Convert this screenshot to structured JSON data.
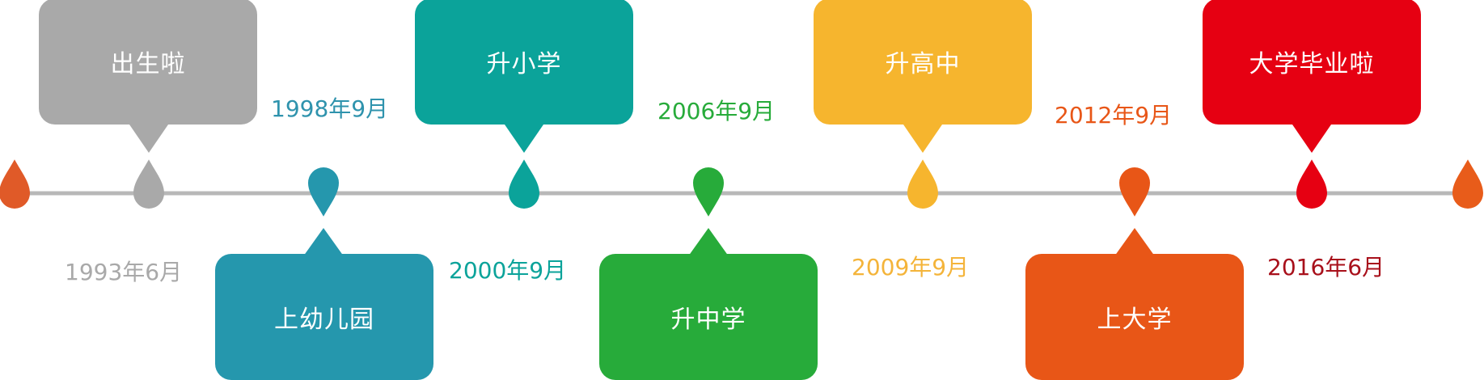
{
  "timeline": {
    "line_color": "#b8b8b8",
    "end_left_color": "#e05a28",
    "end_right_color": "#e85c1a",
    "events": [
      {
        "label": "出生啦",
        "date": "1993年6月",
        "color": "#a9a9a9",
        "date_color": "#a9a9a9",
        "marker": "up",
        "position": "above"
      },
      {
        "label": "上幼儿园",
        "date": "1998年9月",
        "color": "#2597ad",
        "date_color": "#2f93ad",
        "marker": "down",
        "position": "below"
      },
      {
        "label": "升小学",
        "date": "2000年9月",
        "color": "#0ba39a",
        "date_color": "#0ba39a",
        "marker": "up",
        "position": "above"
      },
      {
        "label": "升中学",
        "date": "2006年9月",
        "color": "#27ab3a",
        "date_color": "#27ab3a",
        "marker": "down",
        "position": "below"
      },
      {
        "label": "升高中",
        "date": "2009年9月",
        "color": "#f6b52e",
        "date_color": "#f4b43a",
        "marker": "up",
        "position": "above"
      },
      {
        "label": "上大学",
        "date": "2012年9月",
        "color": "#e85617",
        "date_color": "#e85617",
        "marker": "down",
        "position": "below"
      },
      {
        "label": "大学毕业啦",
        "date": "2016年6月",
        "color": "#e60012",
        "date_color": "#a8101b",
        "marker": "up",
        "position": "above"
      }
    ]
  }
}
